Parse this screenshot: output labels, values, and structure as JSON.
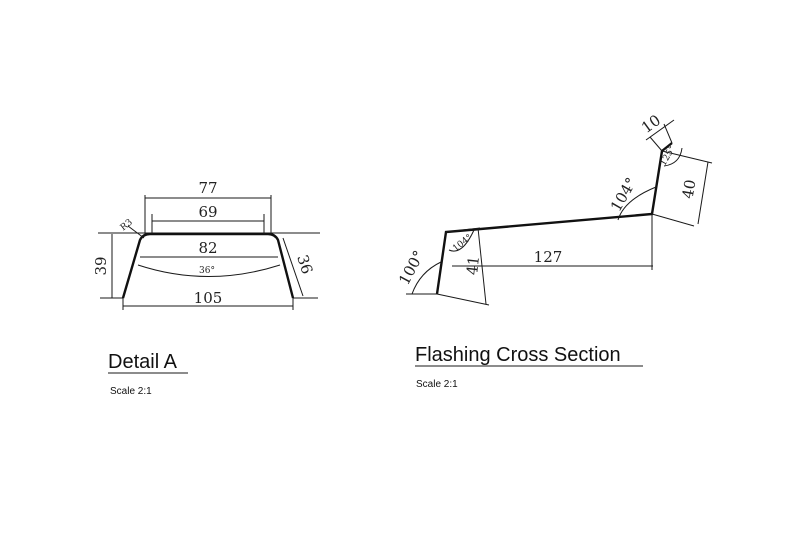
{
  "detail_a": {
    "title": "Detail A",
    "scale": "Scale 2:1",
    "dims": {
      "top_outer": "77",
      "top_inner": "69",
      "bottom_inner": "82",
      "bottom": "105",
      "height": "39",
      "slope": "36",
      "radius": "R3",
      "angle": "36°"
    }
  },
  "flashing": {
    "title": "Flashing Cross Section",
    "scale": "Scale 2:1",
    "dims": {
      "angle_left": "100°",
      "angle_mid": "104°",
      "angle_big": "104°",
      "angle_top": "125°",
      "length_41": "41",
      "length_127": "127",
      "length_40": "40",
      "length_10": "10"
    }
  }
}
